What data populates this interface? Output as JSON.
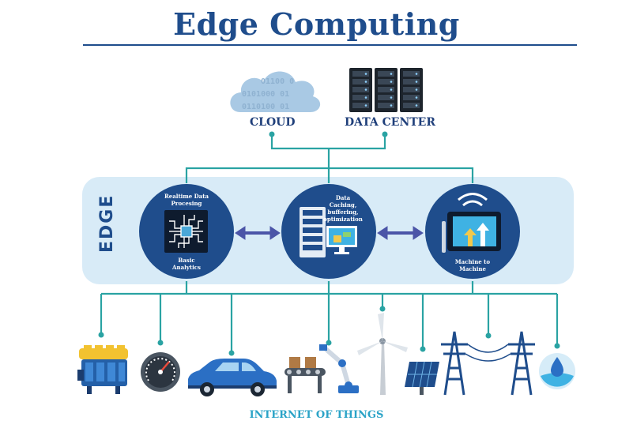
{
  "title": "Edge Computing",
  "top": {
    "cloud_label": "CLOUD",
    "cloud_binary": [
      "01100 0",
      "0101000 01",
      "0110100 01"
    ],
    "datacenter_label": "DATA CENTER"
  },
  "edge": {
    "label": "EDGE",
    "nodes": [
      {
        "top_text": [
          "Realtime Data",
          "Procesing"
        ],
        "bottom_text": [
          "Basic",
          "Analytics"
        ],
        "icon": "cpu-chip-icon"
      },
      {
        "top_text": [
          "Data",
          "Caching,",
          "buffering,",
          "optimization"
        ],
        "bottom_text": [],
        "icon": "server-monitor-icon"
      },
      {
        "top_text": [],
        "bottom_text": [
          "Machine to",
          "Machine"
        ],
        "icon": "tablet-wireless-icon"
      }
    ]
  },
  "iot": {
    "label": "INTERNET OF THINGS",
    "devices": [
      "engine-icon",
      "gauge-icon",
      "car-icon",
      "robot-arm-conveyor-icon",
      "wind-turbine-icon",
      "solar-panel-icon",
      "power-lines-icon",
      "water-drop-icon"
    ]
  },
  "colors": {
    "navy": "#1f4d8c",
    "teal": "#2aa3a3",
    "panel": "#d8ebf7",
    "arrow": "#4b55a8"
  }
}
